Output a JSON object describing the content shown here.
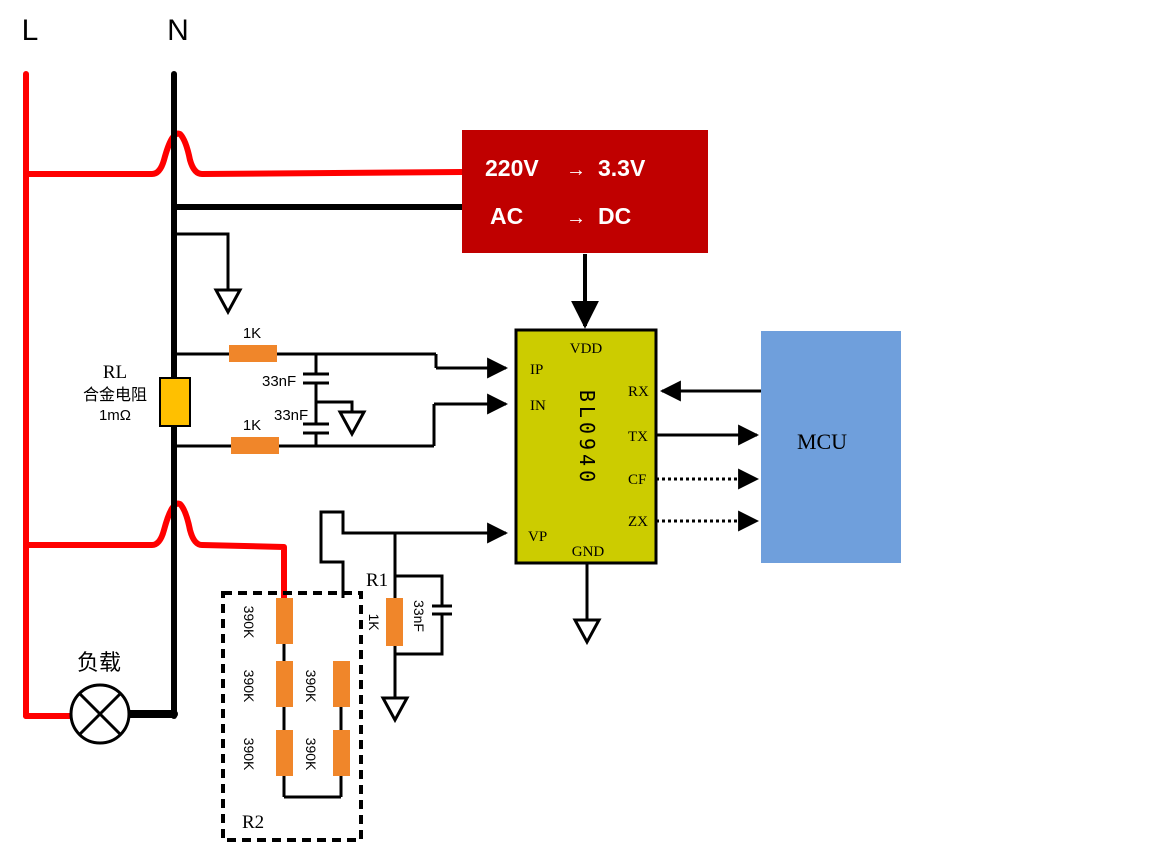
{
  "rails": {
    "live": "L",
    "neutral": "N"
  },
  "power_supply": {
    "line1_in": "220V",
    "line1_out": "3.3V",
    "line2_in": "AC",
    "line2_out": "DC",
    "arrow": "→",
    "fill": "#c00000"
  },
  "chip": {
    "name": "BL0940",
    "fill": "#cccc00",
    "pins": {
      "vdd": "VDD",
      "ip": "IP",
      "in": "IN",
      "vp": "VP",
      "gnd": "GND",
      "rx": "RX",
      "tx": "TX",
      "cf": "CF",
      "zx": "ZX"
    }
  },
  "mcu": {
    "label": "MCU",
    "fill": "#6f9fdc"
  },
  "shunt": {
    "name": "RL",
    "desc": "合金电阻",
    "value": "1mΩ",
    "fill": "#ffc000"
  },
  "input_filter": {
    "r_top": "1K",
    "r_bottom": "1K",
    "c_top": "33nF",
    "c_bottom": "33nF"
  },
  "voltage_sense": {
    "r1_name": "R1",
    "r1_value": "1K",
    "c_value": "33nF"
  },
  "divider": {
    "name": "R2",
    "left": [
      "390K",
      "390K",
      "390K"
    ],
    "right": [
      "390K",
      "390K"
    ]
  },
  "load": {
    "label": "负载"
  },
  "colors": {
    "live_wire": "#ff0000",
    "neutral_wire": "#000000",
    "resistor": "#f0862a"
  }
}
